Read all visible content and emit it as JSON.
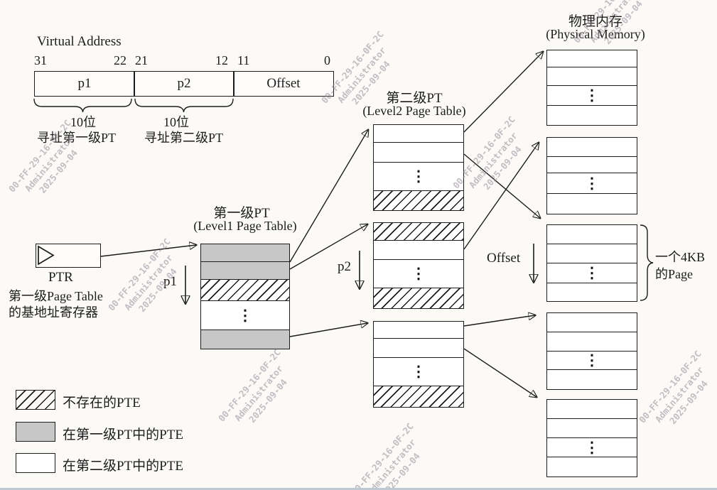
{
  "va": {
    "label": "Virtual Address",
    "bits": [
      "31",
      "22",
      "21",
      "12",
      "11",
      "0"
    ],
    "fields": [
      "p1",
      "p2",
      "Offset"
    ],
    "brace1_bits": "10位",
    "brace1_label": "寻址第一级PT",
    "brace2_bits": "10位",
    "brace2_label": "寻址第二级PT"
  },
  "ptr": {
    "name": "PTR",
    "desc1": "第一级Page Table",
    "desc2": "的基地址寄存器"
  },
  "l1": {
    "title": "第一级PT",
    "subtitle": "(Level1 Page Table)",
    "rows": [
      "gray",
      "gray",
      "hatched",
      "dots",
      "gray"
    ]
  },
  "l2": {
    "title": "第二级PT",
    "subtitle": "(Level2 Page Table)",
    "tables": [
      [
        "white",
        "white",
        "dots",
        "hatched"
      ],
      [
        "hatched",
        "white",
        "dots",
        "hatched"
      ],
      [
        "white",
        "white",
        "dots",
        "hatched"
      ]
    ]
  },
  "pm": {
    "title": "物理内存",
    "subtitle": "(Physical Memory)",
    "tables": [
      [
        "white",
        "white",
        "dots",
        "white"
      ],
      [
        "white",
        "white",
        "dots",
        "white"
      ],
      [
        "white",
        "white",
        "dots",
        "white"
      ],
      [
        "white",
        "white",
        "dots",
        "white"
      ],
      [
        "white",
        "white",
        "dots",
        "white"
      ]
    ]
  },
  "page_annotation": {
    "line1": "一个4KB",
    "line2": "的Page"
  },
  "index_arrows": {
    "p1": "p1",
    "p2": "p2",
    "offset": "Offset"
  },
  "legend": {
    "items": [
      {
        "swatch": "hatched",
        "label": "不存在的PTE"
      },
      {
        "swatch": "gray",
        "label": "在第一级PT中的PTE"
      },
      {
        "swatch": "white",
        "label": "在第二级PT中的PTE"
      }
    ]
  },
  "watermark": {
    "line1": "00-FF-29-16-0F-2C",
    "line2": "Administrator",
    "line3": "2025-09-04"
  },
  "glyphs": {
    "vertical_ellipsis": "⋮"
  },
  "colors": {
    "pte_level1_fill": "#c7c7c7",
    "line": "#1c1c1c"
  }
}
